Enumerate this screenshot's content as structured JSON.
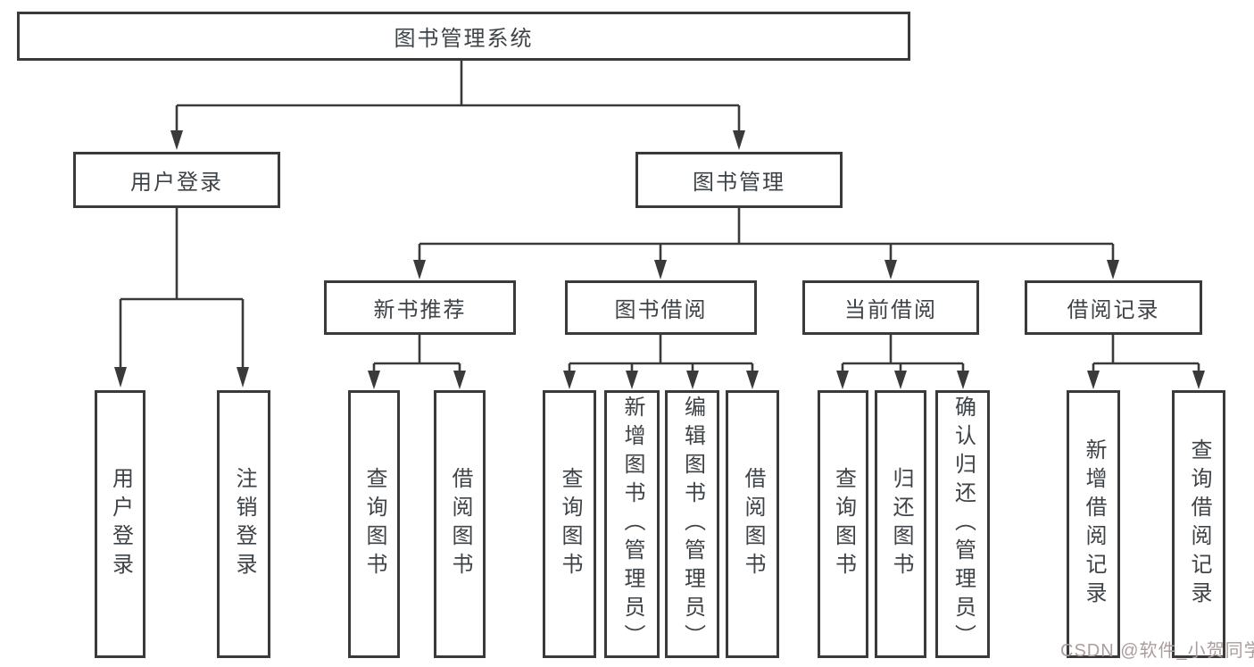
{
  "diagram": {
    "title": "图书管理系统",
    "root": "图书管理系统",
    "level2": [
      "用户登录",
      "图书管理"
    ],
    "level3": [
      "新书推荐",
      "图书借阅",
      "当前借阅",
      "借阅记录"
    ],
    "leaves": {
      "user_login": [
        "用户登录",
        "注销登录"
      ],
      "new_book": [
        "查询图书",
        "借阅图书"
      ],
      "book_borrow": [
        "查询图书",
        "新增图书（管理员）",
        "编辑图书（管理员）",
        "借阅图书"
      ],
      "current_borrow": [
        "查询图书",
        "归还图书",
        "确认归还（管理员）"
      ],
      "borrow_records": [
        "新增借阅记录",
        "查询借阅记录"
      ]
    },
    "watermark": "CSDN @软件_小贺同学",
    "colors": {
      "line": "#3a3a3a",
      "text": "#3e4347",
      "watermark": "#ab9d9d",
      "background": "#ffffff"
    }
  }
}
